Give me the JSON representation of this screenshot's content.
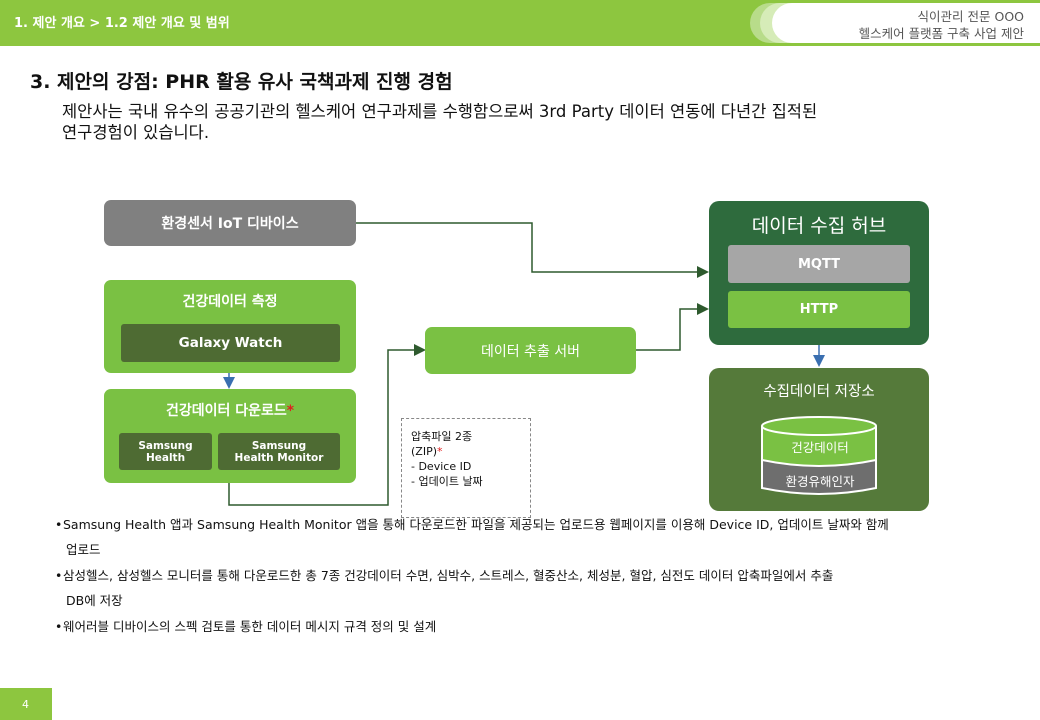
{
  "header": {
    "breadcrumb": "1. 제안 개요 > 1.2 제안 개요 및 범위",
    "title_line1": "식이관리 전문 OOO",
    "title_line2": "헬스케어 플랫폼 구축 사업 제안"
  },
  "section": {
    "heading": "3. 제안의 강점: PHR 활용 유사 국책과제 진행 경험",
    "intro_line1": "제안사는 국내 유수의 공공기관의 헬스케어 연구과제를 수행함으로써 3rd Party 데이터 연동에 다년간 집적된",
    "intro_line2": "연구경험이 있습니다."
  },
  "diagram": {
    "iot_device": "환경센서 IoT 디바이스",
    "measure_title": "건강데이터 측정",
    "galaxy_watch": "Galaxy Watch",
    "download_title": "건강데이터 다운로드",
    "asterisk": "*",
    "samsung_health": "Samsung Health",
    "samsung_health_monitor": "Samsung Health Monitor",
    "extract_server": "데이터 추출 서버",
    "hub_title": "데이터 수집 허브",
    "mqtt": "MQTT",
    "http": "HTTP",
    "storage_title": "수집데이터 저장소",
    "db_top": "건강데이터",
    "db_bottom": "환경유해인자",
    "note_line1": "압축파일 2종",
    "note_line2": "(ZIP)",
    "note_line3": "- Device ID",
    "note_line4": "- 업데이트 날짜"
  },
  "bullets": [
    "Samsung Health 앱과 Samsung Health Monitor 앱을 통해 다운로드한 파일을 제공되는 업로드용 웹페이지를 이용해 Device ID, 업데이트 날짜와 함께",
    "업로드",
    "삼성헬스, 삼성헬스 모니터를 통해 다운로드한 총 7종 건강데이터 수면, 심박수, 스트레스, 혈중산소, 체성분, 혈압, 심전도 데이터 압축파일에서 추출",
    "DB에 저장",
    "웨어러블 디바이스의 스펙 검토를 통한 데이터 메시지 규격 정의 및 설계"
  ],
  "page_number": "4",
  "colors": {
    "header_green": "#8dc63f",
    "box_green": "#7ac143",
    "dark_green_hub": "#2e6b3d",
    "dark_green_storage": "#557a3a",
    "inner_dark": "#4e6b33",
    "gray": "#808080",
    "arrow_blue": "#3a6fb0",
    "asterisk_red": "#e02020"
  }
}
